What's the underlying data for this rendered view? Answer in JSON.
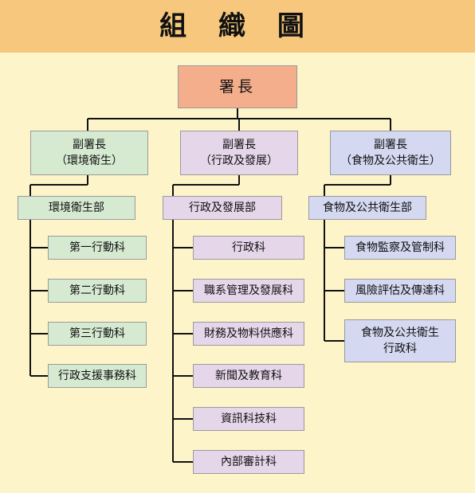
{
  "title": "組 織 圖",
  "director": "署長",
  "branches": [
    {
      "deputy": [
        "副署長",
        "（環境衛生）"
      ],
      "department": "環境衛生部",
      "sections": [
        "第一行動科",
        "第二行動科",
        "第三行動科",
        "行政支援事務科"
      ]
    },
    {
      "deputy": [
        "副署長",
        "（行政及發展）"
      ],
      "department": "行政及發展部",
      "sections": [
        "行政科",
        "職系管理及發展科",
        "財務及物料供應科",
        "新聞及教育科",
        "資訊科技科",
        "內部審計科"
      ]
    },
    {
      "deputy": [
        "副署長",
        "（食物及公共衛生）"
      ],
      "department": "食物及公共衛生部",
      "sections": [
        "食物監察及管制科",
        "風險評估及傳達科",
        "食物及公共衛生 行政科"
      ]
    }
  ],
  "colors": {
    "title_bar": "#f6c77c",
    "background": "#fdf5c9",
    "director": "#f4ae8c",
    "branch_1": "#d6ead2",
    "branch_2": "#e6d6ea",
    "branch_3": "#d4d8f0",
    "lines": "#111111"
  }
}
